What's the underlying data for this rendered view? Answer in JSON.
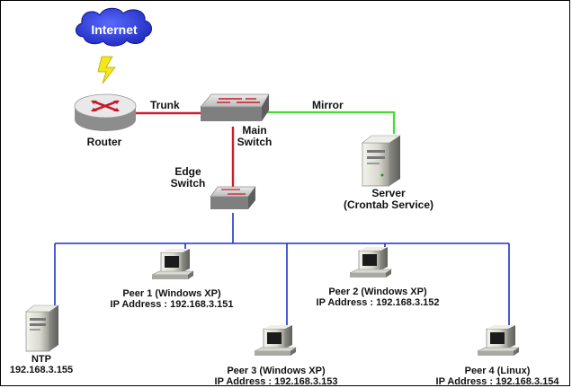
{
  "internet": {
    "label": "Internet"
  },
  "router": {
    "label": "Router"
  },
  "main_switch": {
    "label_line1": "Main",
    "label_line2": "Switch"
  },
  "edge_switch": {
    "label_line1": "Edge",
    "label_line2": "Switch"
  },
  "links": {
    "trunk": "Trunk",
    "mirror": "Mirror"
  },
  "server": {
    "name": "Server",
    "service": "(Crontab Service)"
  },
  "ntp": {
    "name": "NTP",
    "ip": "192.168.3.155"
  },
  "peers": [
    {
      "name": "Peer 1 (Windows XP)",
      "ip": "IP Address : 192.168.3.151"
    },
    {
      "name": "Peer 2 (Windows XP)",
      "ip": "IP Address : 192.168.3.152"
    },
    {
      "name": "Peer 3 (Windows XP)",
      "ip": "IP Address : 192.168.3.153"
    },
    {
      "name": "Peer 4 (Linux)",
      "ip": "IP Address : 192.168.3.154"
    }
  ],
  "colors": {
    "trunk": "#cc1f2a",
    "mirror": "#44dd33",
    "lan": "#1a33c8",
    "cloud": "#1f2fd6",
    "lightning": "#f2e81a"
  }
}
